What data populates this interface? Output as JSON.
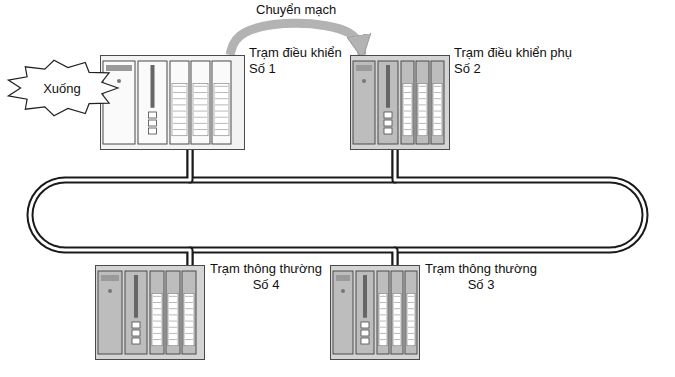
{
  "diagram": {
    "nodes": [
      {
        "text": [
          "Trạm điều khiển Số 1"
        ]
      },
      {
        "text": [
          "Trạm điều khiển phụ Số 2"
        ]
      },
      {
        "text": [
          "Xuống"
        ]
      },
      {
        "text": [
          "Trạm thông thường Số 4"
        ]
      },
      {
        "text": [
          "Trạm thông thường Số 3"
        ]
      }
    ],
    "edges": [
      {
        "from": 0,
        "to": 1,
        "arrow": "none"
      },
      {
        "from": 1,
        "to": 4,
        "arrow": "none"
      },
      {
        "from": 4,
        "to": 3,
        "arrow": "none"
      },
      {
        "from": 3,
        "to": 0,
        "arrow": "none"
      },
      {
        "from": 0,
        "to": 1,
        "arrow": "to",
        "label": "Chuyển mạch"
      }
    ]
  }
}
